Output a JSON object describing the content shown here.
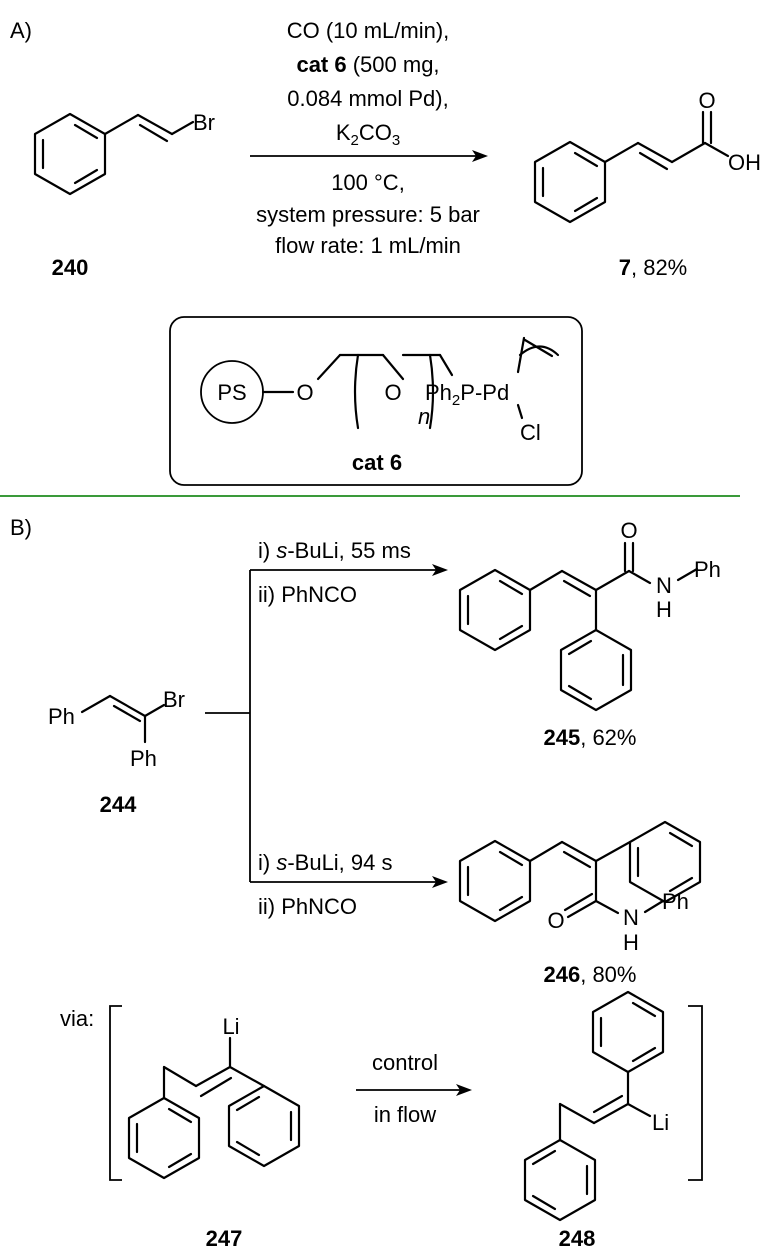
{
  "panel_a": {
    "label": "A)",
    "reactant_label": "240",
    "reactant_br": "Br",
    "cond_line1": "CO (10 mL/min),",
    "cond_cat_bold": "cat 6",
    "cond_cat_rest": " (500 mg,",
    "cond_line3": "0.084 mmol Pd),",
    "cond_base_k": "K",
    "cond_base_sub1": "2",
    "cond_base_co": "CO",
    "cond_base_sub2": "3",
    "cond_temp": "100 °C,",
    "cond_pressure": "system pressure: 5 bar",
    "cond_flow": "flow rate: 1 mL/min",
    "product_o": "O",
    "product_oh": "OH",
    "product_label_bold": "7",
    "product_label_rest": ", 82%",
    "catalyst": {
      "ps": "PS",
      "o1": "O",
      "o2": "O",
      "n": "n",
      "ph2p": "Ph",
      "ph2p_sub": "2",
      "p_pd": "P-Pd",
      "cl": "Cl",
      "label": "cat 6"
    }
  },
  "panel_b": {
    "label": "B)",
    "sm_ph1": "Ph",
    "sm_br": "Br",
    "sm_ph2": "Ph",
    "sm_label": "244",
    "upper_i_pre": "i) ",
    "upper_i_ital": "s",
    "upper_i_rest": "-BuLi, 55 ms",
    "upper_ii": "ii) PhNCO",
    "p245_o": "O",
    "p245_n": "N",
    "p245_h": "H",
    "p245_ph": "Ph",
    "p245_label_bold": "245",
    "p245_label_rest": ", 62%",
    "lower_i_pre": "i) ",
    "lower_i_ital": "s",
    "lower_i_rest": "-BuLi, 94 s",
    "lower_ii": "ii) PhNCO",
    "p246_o": "O",
    "p246_n": "N",
    "p246_h": "H",
    "p246_ph": "Ph",
    "p246_label_bold": "246",
    "p246_label_rest": ", 80%",
    "via": "via:",
    "li247": "Li",
    "control_top": "control",
    "control_bottom": "in flow",
    "li248": "Li",
    "label247": "247",
    "label248": "248"
  },
  "colors": {
    "divider": "#3a9a3a"
  }
}
